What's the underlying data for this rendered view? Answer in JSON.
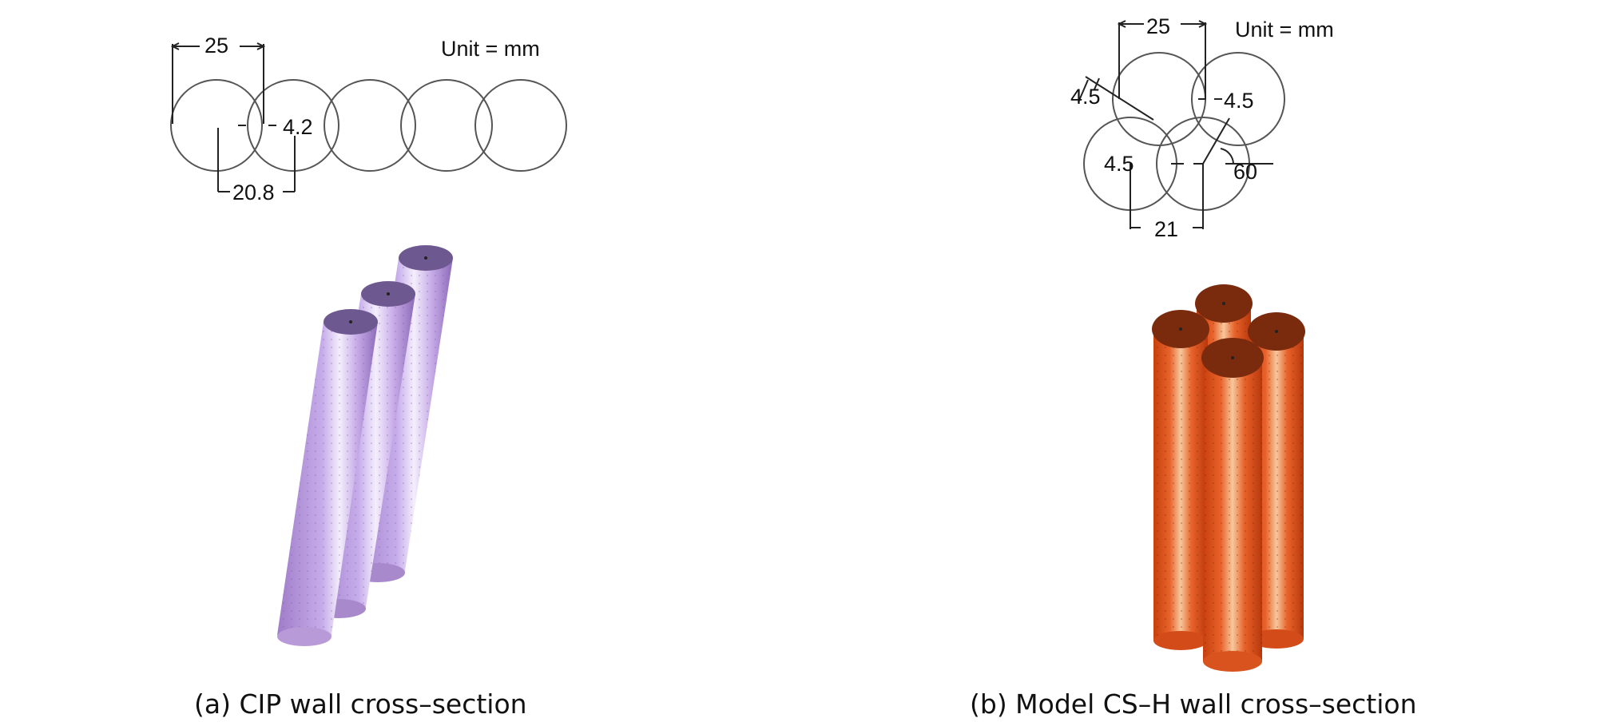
{
  "panels": [
    {
      "caption": "(a) CIP wall cross–section",
      "unit_label": "Unit = mm",
      "dims": {
        "diameter": "25",
        "overlap": "4.2",
        "spacing": "20.8"
      },
      "color": "#b79ad6"
    },
    {
      "caption": "(b) Model CS–H wall cross–section",
      "unit_label": "Unit = mm",
      "dims": {
        "diameter": "25",
        "overlap_left": "4.5",
        "overlap_right": "4.5",
        "overlap_bottom": "4.5",
        "angle": "60",
        "spacing": "21"
      },
      "color": "#e85a1e"
    }
  ]
}
